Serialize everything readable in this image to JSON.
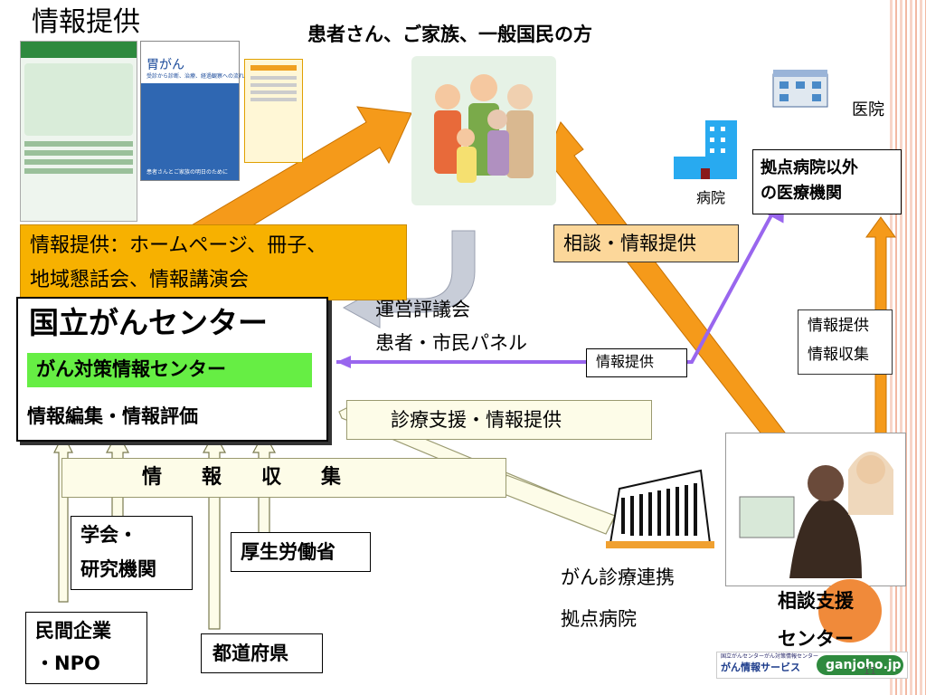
{
  "header": {
    "info_provision": "情報提供",
    "audience": "患者さん、ご家族、一般国民の方"
  },
  "orange_banner": {
    "line1": "情報提供：ホームページ、冊子、",
    "line2": "地域懇話会、情報講演会"
  },
  "ncc": {
    "title": "国立がんセンター",
    "sub": "がん対策情報センター",
    "edit": "情報編集・情報評価"
  },
  "council": {
    "line1": "運営評議会",
    "line2": "患者・市民パネル"
  },
  "labels": {
    "info_small": "情報提供",
    "consult_info": "相談・情報提供",
    "clinic": "医院",
    "hospital": "病院",
    "non_base": "拠点病院以外\nの医療機関",
    "info_supply": "情報提供",
    "info_collect": "情報収集",
    "support": "診療支援・情報提供",
    "collection": "情　　報　　収　　集",
    "academia_1": "学会・",
    "academia_2": "研究機関",
    "mhlw": "厚生労働省",
    "company_1": "民間企業",
    "company_2": "・NPO",
    "prefecture": "都道府県",
    "cancer_hosp_1": "がん診療連携",
    "cancer_hosp_2": "拠点病院",
    "consult_center_1": "相談支援",
    "consult_center_2": "センター",
    "page_num": "11"
  },
  "brochure": {
    "title": "胃がん",
    "subtitle": "受診から診断、治療、経過観察への流れ",
    "footer": "患者さんとご家族の明日のために"
  },
  "logo": {
    "small": "国立がんセンターがん対策情報センター",
    "service": "がん情報サービス",
    "url": "ganjoho.jp"
  },
  "colors": {
    "orange_arrow": "#f59a1a",
    "purple": "#9966ee",
    "banner_orange": "#f7b100",
    "green": "#66ee44",
    "peach": "#fcd79a"
  }
}
